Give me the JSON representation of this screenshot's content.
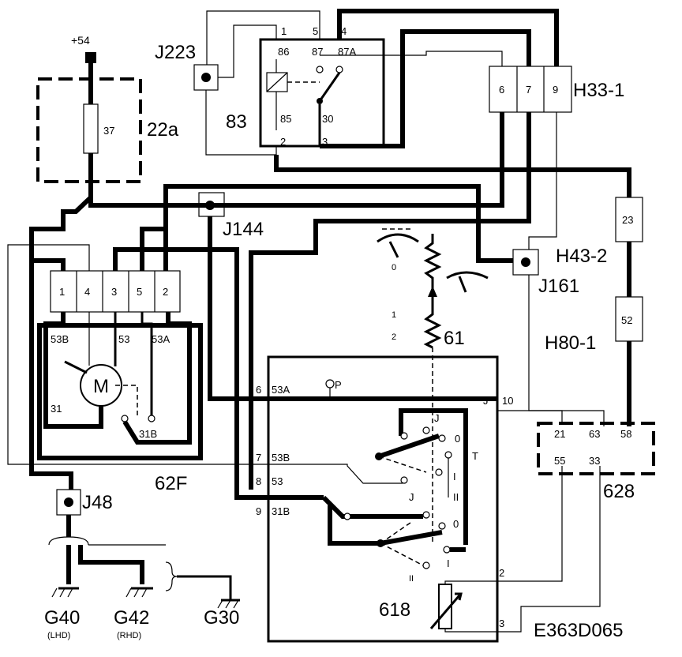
{
  "supply": {
    "label": "+54"
  },
  "fuse": {
    "number": "37",
    "name": "22a"
  },
  "relay": {
    "name": "83",
    "pins_top": [
      "1",
      "5",
      "4"
    ],
    "pins_label": [
      "86",
      "87",
      "87A"
    ],
    "pin_85": "85",
    "pin_30": "30",
    "pin_2": "2",
    "pin_3": "3"
  },
  "junctions": {
    "j223": "J223",
    "j144": "J144",
    "j161": "J161",
    "j48": "J48"
  },
  "connector_h33": {
    "name": "H33-1",
    "pins": [
      "6",
      "7",
      "9"
    ]
  },
  "connector_h43": {
    "name": "H43-2",
    "pin": "23"
  },
  "connector_h80": {
    "name": "H80-1",
    "pin": "52"
  },
  "motor_connector": {
    "pins": [
      "1",
      "4",
      "3",
      "5",
      "2"
    ]
  },
  "motor": {
    "name": "62F",
    "symbol": "M",
    "terminals": [
      "53B",
      "53",
      "53A",
      "31",
      "31B"
    ]
  },
  "switch": {
    "name": "61",
    "positions": [
      "1",
      "2"
    ],
    "wiper_speed_0": "0",
    "rows": [
      {
        "pin": "6",
        "term": "53A"
      },
      {
        "pin": "7",
        "term": "53B"
      },
      {
        "pin": "8",
        "term": "53"
      },
      {
        "pin": "9",
        "term": "31B"
      }
    ],
    "park": "P",
    "contact_labels": {
      "j": "J",
      "zero": "0",
      "t": "T",
      "one": "I",
      "two": "II"
    },
    "j_pin": "J",
    "j_num": "10"
  },
  "module": {
    "name": "628",
    "pins_top": [
      "21",
      "63",
      "58"
    ],
    "pins_bottom": [
      "55",
      "33"
    ]
  },
  "rheostat": {
    "name": "618",
    "pin2": "2",
    "pin3": "3"
  },
  "grounds": [
    {
      "name": "G40",
      "sub": "(LHD)"
    },
    {
      "name": "G42",
      "sub": "(RHD)"
    },
    {
      "name": "G30",
      "sub": ""
    }
  ],
  "drawing_id": "E363D065"
}
